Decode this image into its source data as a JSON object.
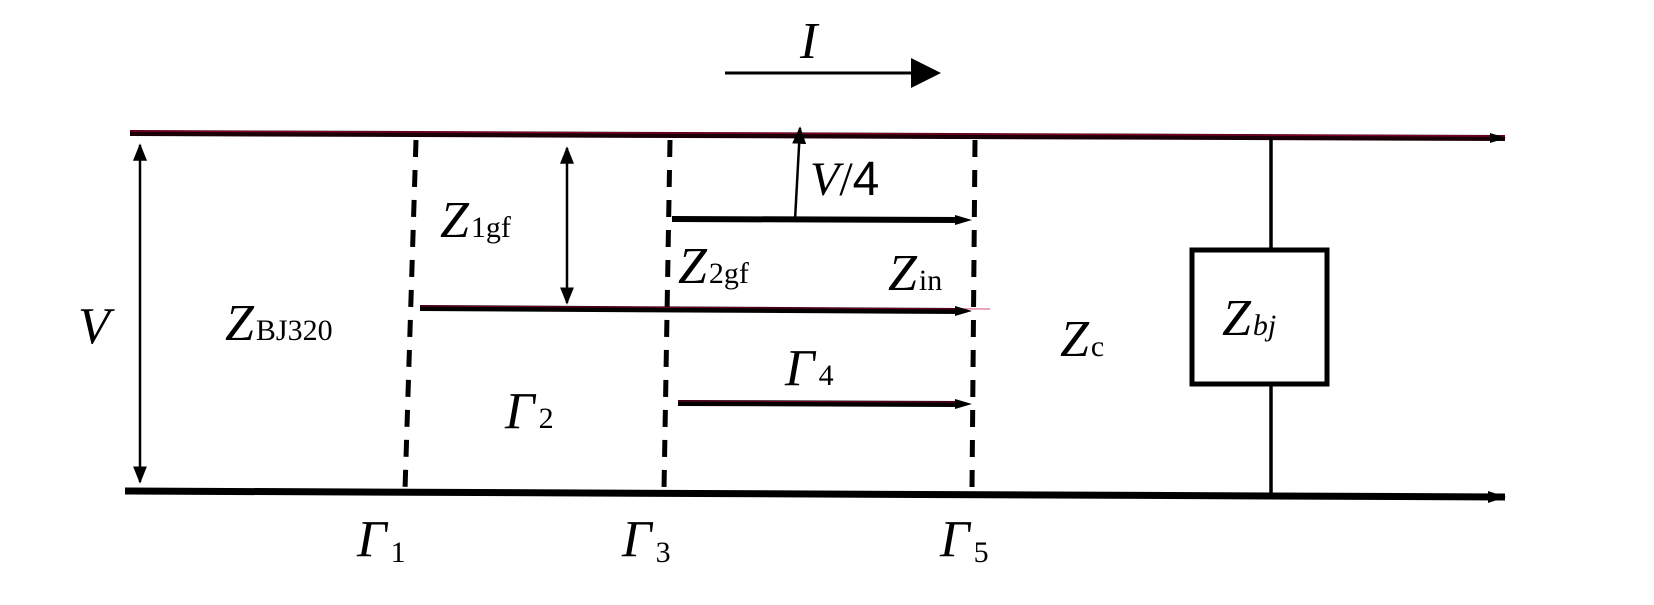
{
  "diagram": {
    "current": {
      "symbol": "I"
    },
    "voltage": {
      "symbol": "V"
    },
    "quarter_voltage": {
      "symbol": "V",
      "slash": "/",
      "value": "4"
    },
    "impedances": {
      "main": {
        "base": "Z",
        "sub": "BJ320"
      },
      "first": {
        "base": "Z",
        "sub": "1gf"
      },
      "second": {
        "base": "Z",
        "sub": "2gf"
      },
      "input": {
        "base": "Z",
        "sub": "in"
      },
      "characteristic": {
        "base": "Z",
        "sub": "c"
      },
      "load": {
        "base": "Z",
        "sub": "bj"
      }
    },
    "reflections": {
      "g1": {
        "base": "Γ",
        "sub": "1"
      },
      "g2": {
        "base": "Γ",
        "sub": "2"
      },
      "g3": {
        "base": "Γ",
        "sub": "3"
      },
      "g4": {
        "base": "Γ",
        "sub": "4"
      },
      "g5": {
        "base": "Γ",
        "sub": "5"
      }
    },
    "colors": {
      "line": "#000000",
      "top_line": "#1a0006",
      "accent_tint": "#c0003a"
    }
  }
}
